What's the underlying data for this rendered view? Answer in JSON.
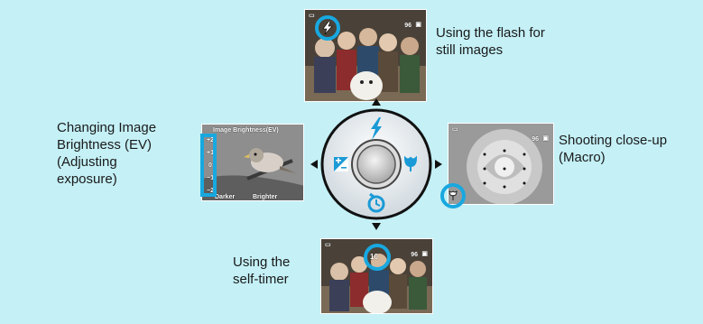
{
  "labels": {
    "flash": "Using the flash for\nstill images",
    "ev": "Changing Image\nBrightness (EV)\n(Adjusting\nexposure)",
    "macro": "Shooting close-up\n(Macro)",
    "timer": "Using the\nself-timer"
  },
  "screens": {
    "top": {
      "count": "96"
    },
    "right": {
      "count": "96"
    },
    "bottom": {
      "count": "96",
      "timer_value": "10"
    },
    "left": {
      "title": "Image Brightness(EV)",
      "scale": [
        "+2",
        "+1",
        "0",
        "−1",
        "−2"
      ],
      "bottom_left": "Darker",
      "bottom_right": "Brighter"
    }
  },
  "colors": {
    "background": "#c4f0f6",
    "highlight": "#18a8e0",
    "dial_icon": "#1a9ad6"
  },
  "icons": {
    "dial_up": "flash-icon",
    "dial_right": "macro-tulip-icon",
    "dial_down": "self-timer-icon",
    "dial_left": "exposure-icon"
  }
}
